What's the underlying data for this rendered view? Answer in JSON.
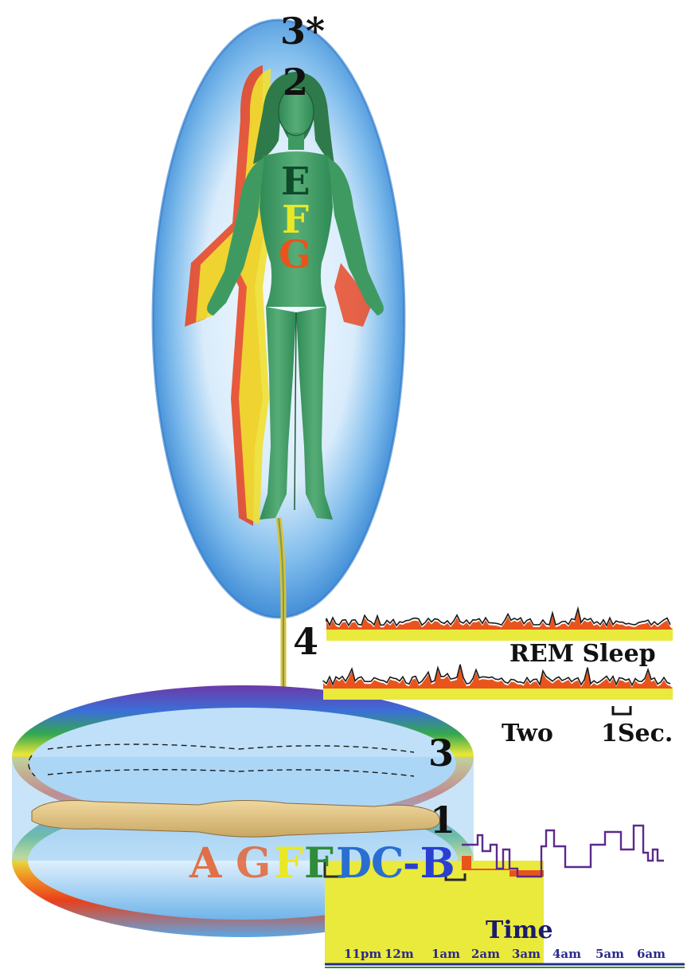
{
  "figure": {
    "aura_labels": {
      "three_star": "3*",
      "two": "2",
      "four": "4",
      "three": "3",
      "one": "1"
    },
    "body_letters": [
      {
        "text": "E",
        "color": "#0f4a2a"
      },
      {
        "text": "F",
        "color": "#e8e826"
      },
      {
        "text": "G",
        "color": "#e8541c"
      }
    ],
    "ring_letters": [
      {
        "text": "A",
        "color": "#e8541c"
      },
      {
        "text": "G",
        "color": "#e8541c"
      },
      {
        "text": "F",
        "color": "#e8e826"
      },
      {
        "text": "F",
        "color": "#2e8c3a"
      },
      {
        "text": "D",
        "color": "#2a6fd0"
      },
      {
        "text": "C",
        "color": "#2a6fd0"
      },
      {
        "text": "-B",
        "color": "#2a3fd0"
      }
    ],
    "eeg": {
      "caption": "REM Sleep",
      "left_text": "Two",
      "scale_text": "1Sec."
    },
    "hypnogram": {
      "title": "Time",
      "ticks": [
        "11pm",
        "12m",
        "1am",
        "2am",
        "3am",
        "4am",
        "5am",
        "6am"
      ]
    }
  },
  "colors": {
    "aura_blue": "#3d8fd9",
    "body_green": "#3f9a62",
    "skin": "#e6c88a",
    "yellow_field": "#e9ea3c",
    "orange": "#e8541c",
    "purple": "#5b2a8c"
  }
}
